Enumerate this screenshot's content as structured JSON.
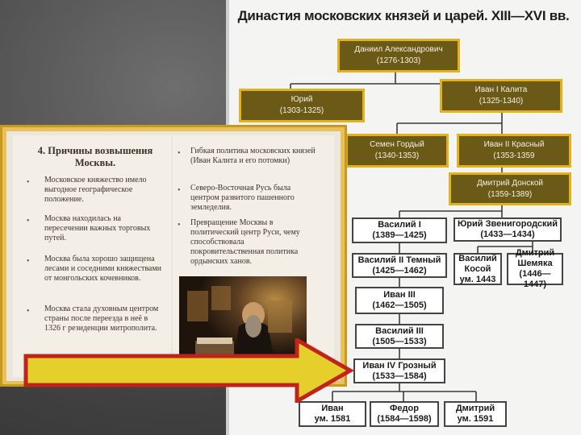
{
  "title": "Династия московских князей и царей. XIII—XVI вв.",
  "overlay_boxes": {
    "daniil": {
      "name": "Даниил Александрович",
      "years": "(1276-1303)"
    },
    "ivan_kalita": {
      "name": "Иван I Калита",
      "years": "(1325-1340)"
    },
    "yuri": {
      "name": "Юрий",
      "years": "(1303-1325)"
    },
    "semen": {
      "name": "Семен Гордый",
      "years": "(1340-1353)"
    },
    "ivan2": {
      "name": "Иван II Красный",
      "years": "(1353-1359"
    },
    "dmitry": {
      "name": "Дмитрий Донской",
      "years": "(1359-1389)"
    }
  },
  "scan_boxes": {
    "vasily1": {
      "name": "Василий I",
      "years": "(1389—1425)"
    },
    "yuri_zven": {
      "name": "Юрий Звенигородский",
      "years": "(1433—1434)"
    },
    "vasily2": {
      "name": "Василий II Темный",
      "years": "(1425—1462)"
    },
    "vasily_kosoy": {
      "name": "Василий",
      "line2": "Косой",
      "years": "ум. 1443"
    },
    "dmitry_shemyaka": {
      "name": "Дмитрий",
      "line2": "Шемяка",
      "years": "(1446—1447)"
    },
    "ivan3": {
      "name": "Иван III",
      "years": "(1462—1505)"
    },
    "vasily3": {
      "name": "Василий III",
      "years": "(1505—1533)"
    },
    "ivan4": {
      "name": "Иван IV Грозный",
      "years": "(1533—1584)"
    },
    "ivan_son": {
      "name": "Иван",
      "years": "ум. 1581"
    },
    "fedor": {
      "name": "Федор",
      "years": "(1584—1598)"
    },
    "dmitry_son": {
      "name": "Дмитрий",
      "years": "ум. 1591"
    }
  },
  "book": {
    "heading": "4. Причины возвышения Москвы.",
    "left_items": [
      "Московское княжество имело выгодное географическое положение.",
      "Москва находилась на пересечении важных торговых путей.",
      "Москва была хорошо защищена лесами и соседними княжествами от монгольских кочевников.",
      "Москва стала духовным центром страны после переезда в неё в 1326 г резиденции митрополита."
    ],
    "right_items": [
      "Гибкая политика московских князей (Иван Калита и его потомки)",
      "Северо-Восточная Русь была центром развитого пашенного земледелия.",
      "Превращение Москвы в политический центр Руси, чему способствовала покровительственная политика ордынских ханов."
    ]
  },
  "colors": {
    "overlay_fill": "#6b5a17",
    "overlay_border": "#e1b21a",
    "arrow_fill": "#e5cf2a",
    "arrow_border": "#c0231c"
  }
}
